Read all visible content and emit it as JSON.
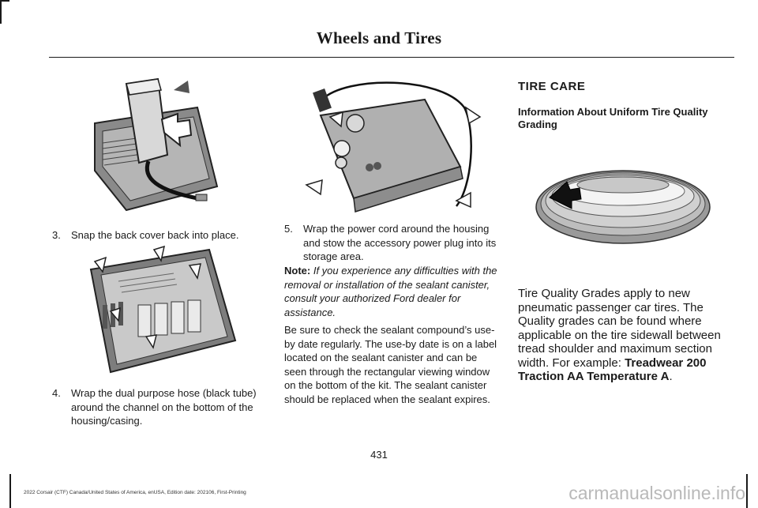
{
  "header": {
    "title": "Wheels and Tires"
  },
  "col1": {
    "step3": {
      "num": "3.",
      "text": "Snap the back cover back into place."
    },
    "step4": {
      "num": "4.",
      "text": "Wrap the dual purpose hose (black tube) around the channel on the bottom of the housing/casing."
    }
  },
  "col2": {
    "step5": {
      "num": "5.",
      "text": "Wrap the power cord around the housing and stow the accessory power plug into its storage area."
    },
    "note": {
      "label": "Note:",
      "text": "If you experience any difficulties with the removal or installation of the sealant canister, consult your authorized Ford dealer for assistance."
    },
    "para": "Be sure to check the sealant compound’s use-by date regularly. The use-by date is on a label located on the sealant canister and can be seen through the rectangular viewing window on the bottom of the kit. The sealant canister should be replaced when the sealant expires."
  },
  "col3": {
    "title": "TIRE CARE",
    "subhead": "Information About Uniform Tire Quality Grading",
    "para": "Tire Quality Grades apply to new pneumatic passenger car tires. The Quality grades can be found where applicable on the tire sidewall between tread shoulder and maximum section width. For example: ",
    "example": "Treadwear 200 Traction AA Temperature A",
    "end": "."
  },
  "page_number": "431",
  "footer": "2022 Corsair (CTF) Canada/United States of America, enUSA, Edition date: 202106, First-Printing",
  "watermark": "carmanualsonline.info"
}
